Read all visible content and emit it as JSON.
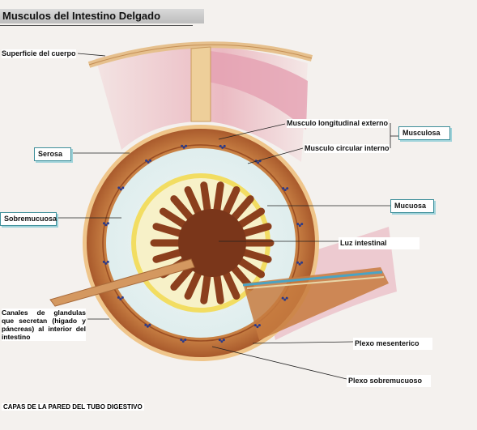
{
  "title": "Musculos del Intestino Delgado",
  "labels": {
    "superficie": "Superficie del cuerpo",
    "musculo_longitudinal": "Musculo longitudinal externo",
    "musculo_circular": "Musculo circular interno",
    "musculosa": "Musculosa",
    "serosa": "Serosa",
    "mucuosa": "Mucuosa",
    "sobremucuosa": "Sobremucuosa",
    "luz_intestinal": "Luz intestinal",
    "canales": "Canales de glandulas que secretan (higado y páncreas) al interior del intestino",
    "plexo_mesenterico": "Plexo mesenterico",
    "plexo_sobremucuoso": "Plexo sobremucuoso"
  },
  "caption": "CAPAS DE LA PARED DEL TUBO DIGESTIVO",
  "colors": {
    "muscle": "#c8773a",
    "muscle_dark": "#a8572a",
    "submucosa": "#eef6f6",
    "mucosa_yellow": "#f3e06a",
    "lumen": "#7a3a1c",
    "box_border": "#3f8f9a"
  }
}
